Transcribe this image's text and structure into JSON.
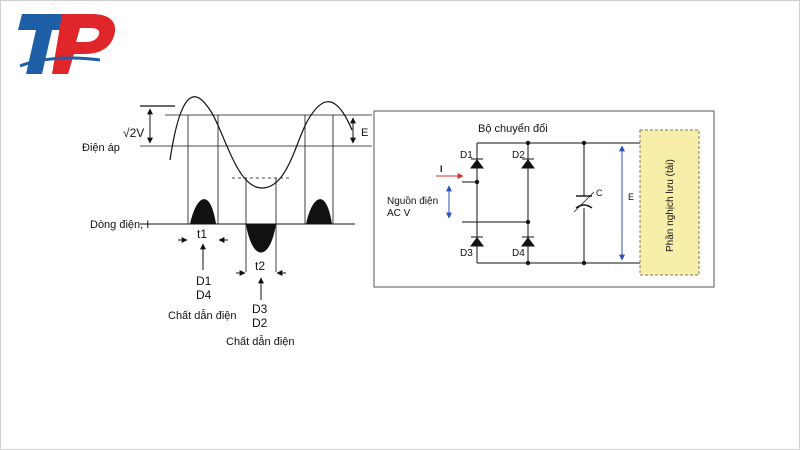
{
  "logo": {
    "text": "TP",
    "colors": {
      "t": "#1f5fa8",
      "p": "#e0262b"
    }
  },
  "waveform": {
    "amplitude_label": "√2V",
    "voltage_label": "Điện áp",
    "e_label": "E",
    "current_label": "Dòng điện, I",
    "t1_label": "t1",
    "t2_label": "t2",
    "conduct1": {
      "d_top": "D1",
      "d_bottom": "D4",
      "text": "Chất dẫn điện"
    },
    "conduct2": {
      "d_top": "D3",
      "d_bottom": "D2",
      "text": "Chất dẫn điện"
    }
  },
  "circuit": {
    "converter_label": "Bộ chuyển đổi",
    "d1": "D1",
    "d2": "D2",
    "d3": "D3",
    "d4": "D4",
    "current_arrow": "I",
    "source_line1": "Nguồn điện",
    "source_line2": "AC V",
    "capacitor": "C",
    "e_label": "E",
    "load_label": "Phần nghịch lưu (tải)",
    "colors": {
      "load_fill": "#f7eeaa",
      "arrow_red": "#d32f2f",
      "arrow_blue": "#2a52be"
    }
  }
}
